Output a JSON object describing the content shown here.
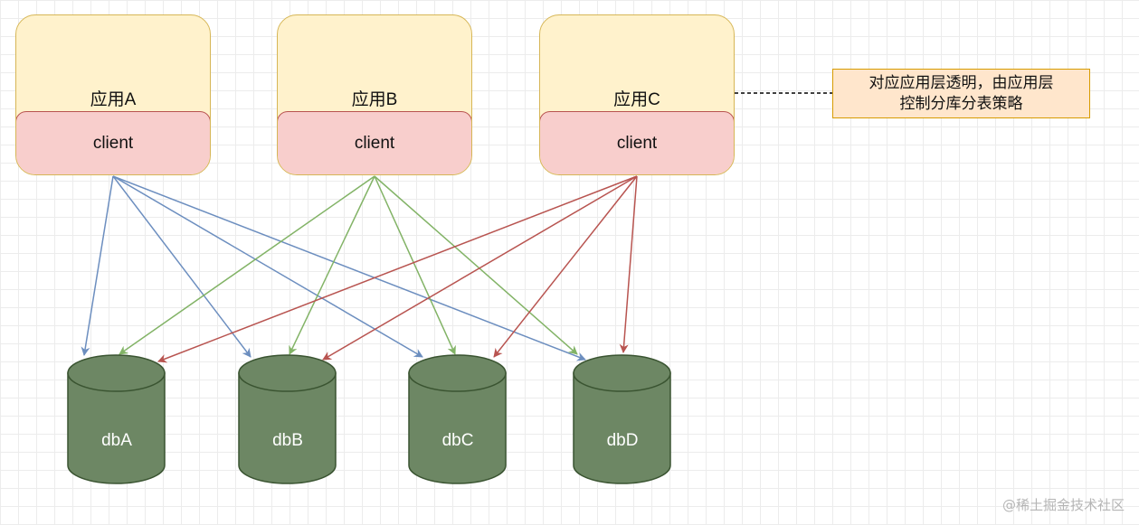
{
  "apps": [
    {
      "title": "应用A",
      "client": "client"
    },
    {
      "title": "应用B",
      "client": "client"
    },
    {
      "title": "应用C",
      "client": "client"
    }
  ],
  "note": {
    "line1": "对应应用层透明，由应用层",
    "line2": "控制分库分表策略"
  },
  "databases": [
    "dbA",
    "dbB",
    "dbC",
    "dbD"
  ],
  "colors": {
    "app_fill": "#fff2cc",
    "client_fill": "#f8cecc",
    "db_fill": "#6d8764",
    "arrow_from_A": "#6c8ebf",
    "arrow_from_B": "#82b366",
    "arrow_from_C": "#b85450"
  },
  "watermark": "@稀土掘金技术社区"
}
